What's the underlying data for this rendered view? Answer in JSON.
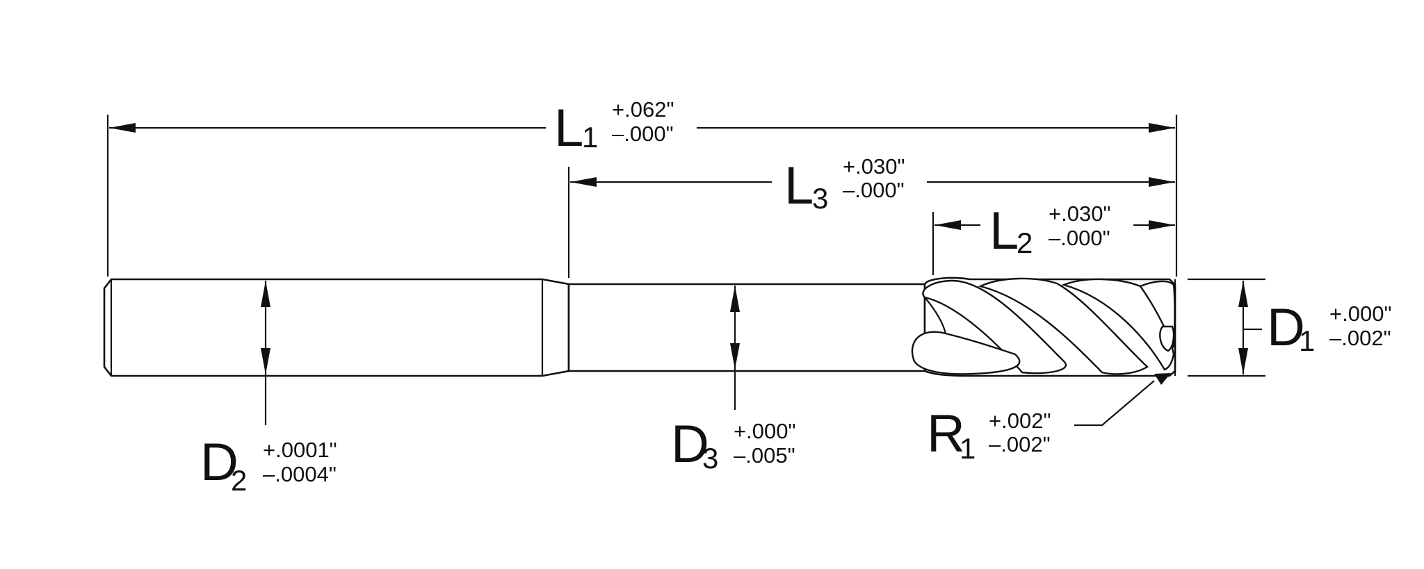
{
  "dimensions": {
    "L1": {
      "letter": "L",
      "subscript": "1",
      "tol_plus": "+.062\"",
      "tol_minus": "–.000\""
    },
    "L3": {
      "letter": "L",
      "subscript": "3",
      "tol_plus": "+.030\"",
      "tol_minus": "–.000\""
    },
    "L2": {
      "letter": "L",
      "subscript": "2",
      "tol_plus": "+.030\"",
      "tol_minus": "–.000\""
    },
    "D1": {
      "letter": "D",
      "subscript": "1",
      "tol_plus": "+.000\"",
      "tol_minus": "–.002\""
    },
    "D2": {
      "letter": "D",
      "subscript": "2",
      "tol_plus": "+.0001\"",
      "tol_minus": "–.0004\""
    },
    "D3": {
      "letter": "D",
      "subscript": "3",
      "tol_plus": "+.000\"",
      "tol_minus": "–.005\""
    },
    "R1": {
      "letter": "R",
      "subscript": "1",
      "tol_plus": "+.002\"",
      "tol_minus": "–.002\""
    }
  }
}
